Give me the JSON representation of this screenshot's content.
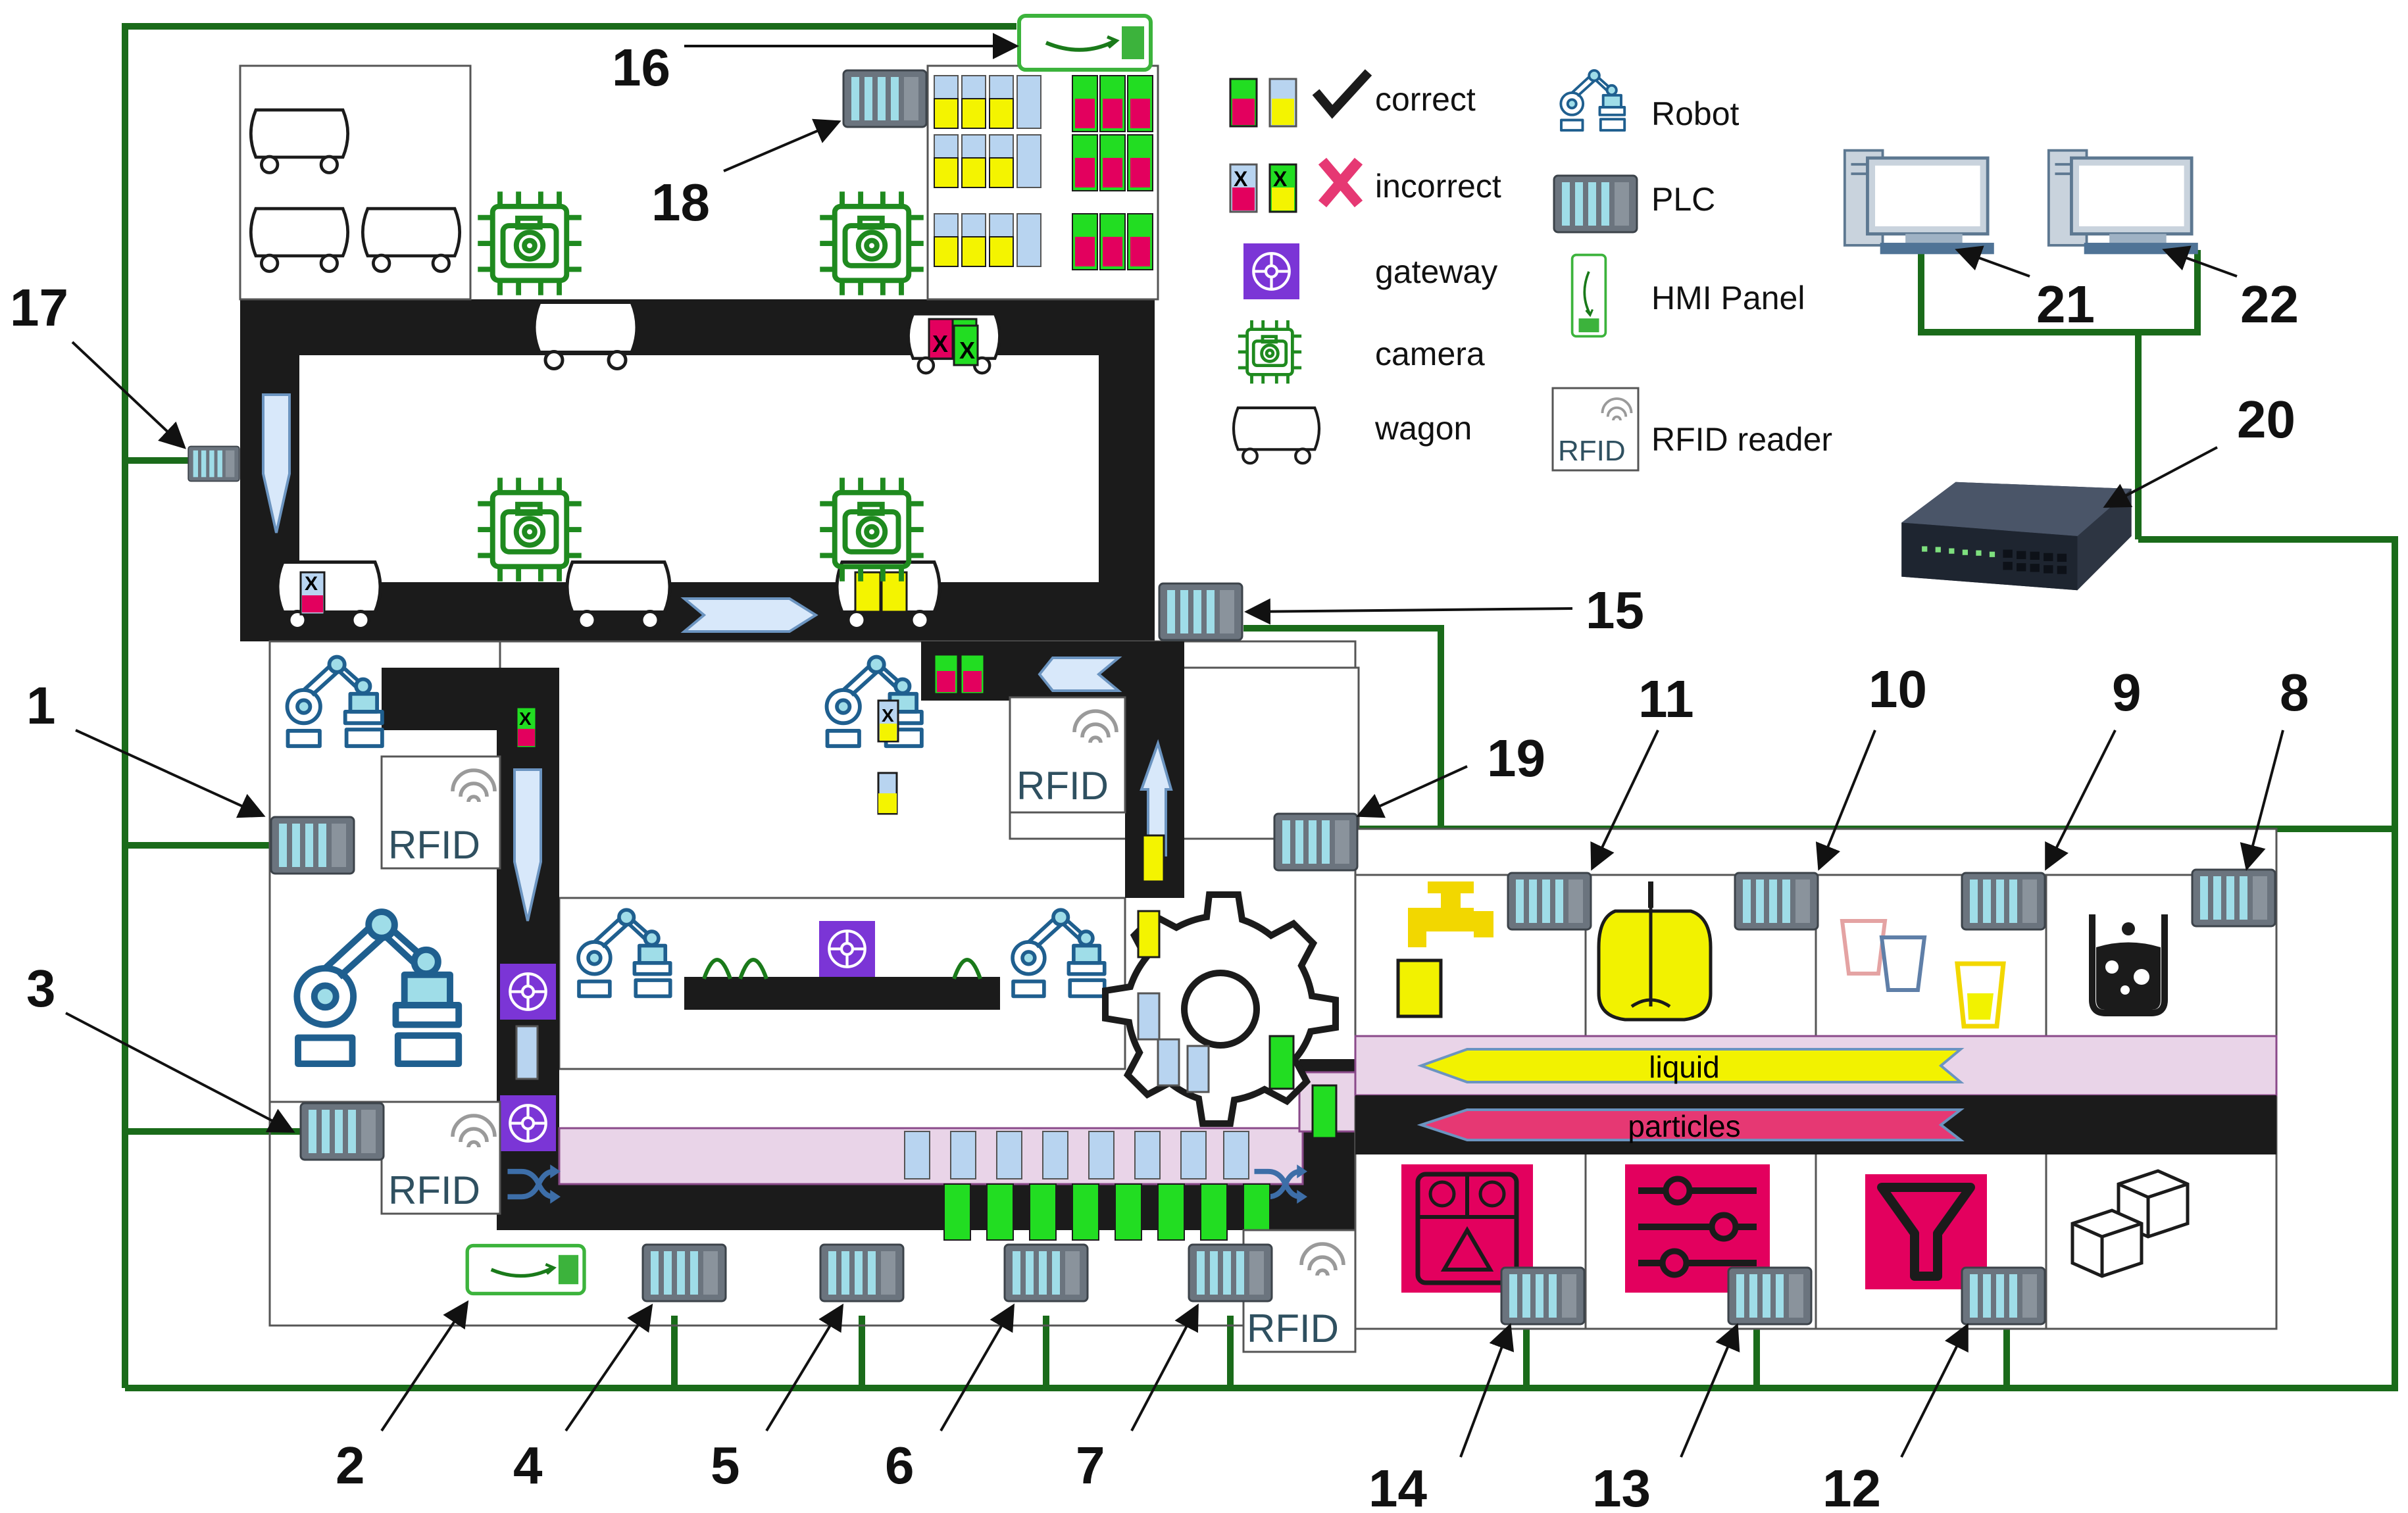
{
  "colors": {
    "network": "#1a6b1a",
    "track": "#1b1b1b",
    "bottle_blue": "#b8d4f0",
    "bottle_yellow": "#f4f400",
    "bottle_green": "#22dd22",
    "bottle_red": "#e3005e",
    "robot": "#1f5f8f",
    "gateway": "#7b35d6",
    "camera": "#1f8a1f",
    "plc": "#5a6470",
    "particles_arrow": "#e63873",
    "liquid_arrow": "#f2f200",
    "lane": "#e9d4e8"
  },
  "legend": {
    "correct": "correct",
    "incorrect": "incorrect",
    "gateway": "gateway",
    "camera": "camera",
    "wagon": "wagon",
    "robot": "Robot",
    "plc": "PLC",
    "hmi": "HMI Panel",
    "rfid_reader": "RFID reader"
  },
  "rfid_label": "RFID",
  "bottle_mark": "X",
  "lanes": {
    "liquid": "liquid",
    "particles": "particles"
  },
  "callouts": {
    "n1": "1",
    "n2": "2",
    "n3": "3",
    "n4": "4",
    "n5": "5",
    "n6": "6",
    "n7": "7",
    "n8": "8",
    "n9": "9",
    "n10": "10",
    "n11": "11",
    "n12": "12",
    "n13": "13",
    "n14": "14",
    "n15": "15",
    "n16": "16",
    "n17": "17",
    "n18": "18",
    "n19": "19",
    "n20": "20",
    "n21": "21",
    "n22": "22"
  },
  "icons": {
    "plc": "plc-module-icon",
    "camera": "camera-chip-icon",
    "robot": "robot-arm-icon",
    "gateway": "gateway-icon",
    "wagon": "wagon-icon",
    "hmi": "hmi-panel-icon",
    "rfid": "rfid-reader-icon",
    "gear": "gear-icon",
    "switch": "network-switch-icon",
    "computer": "computer-icon",
    "tap": "water-tap-icon",
    "tank": "mixing-tank-icon",
    "cups": "cups-icon",
    "beaker": "beaker-icon",
    "recycle": "recycle-panel-icon",
    "sliders": "sliders-icon",
    "filter": "filter-funnel-icon",
    "cubes": "cubes-icon",
    "shuffle": "shuffle-icon"
  }
}
